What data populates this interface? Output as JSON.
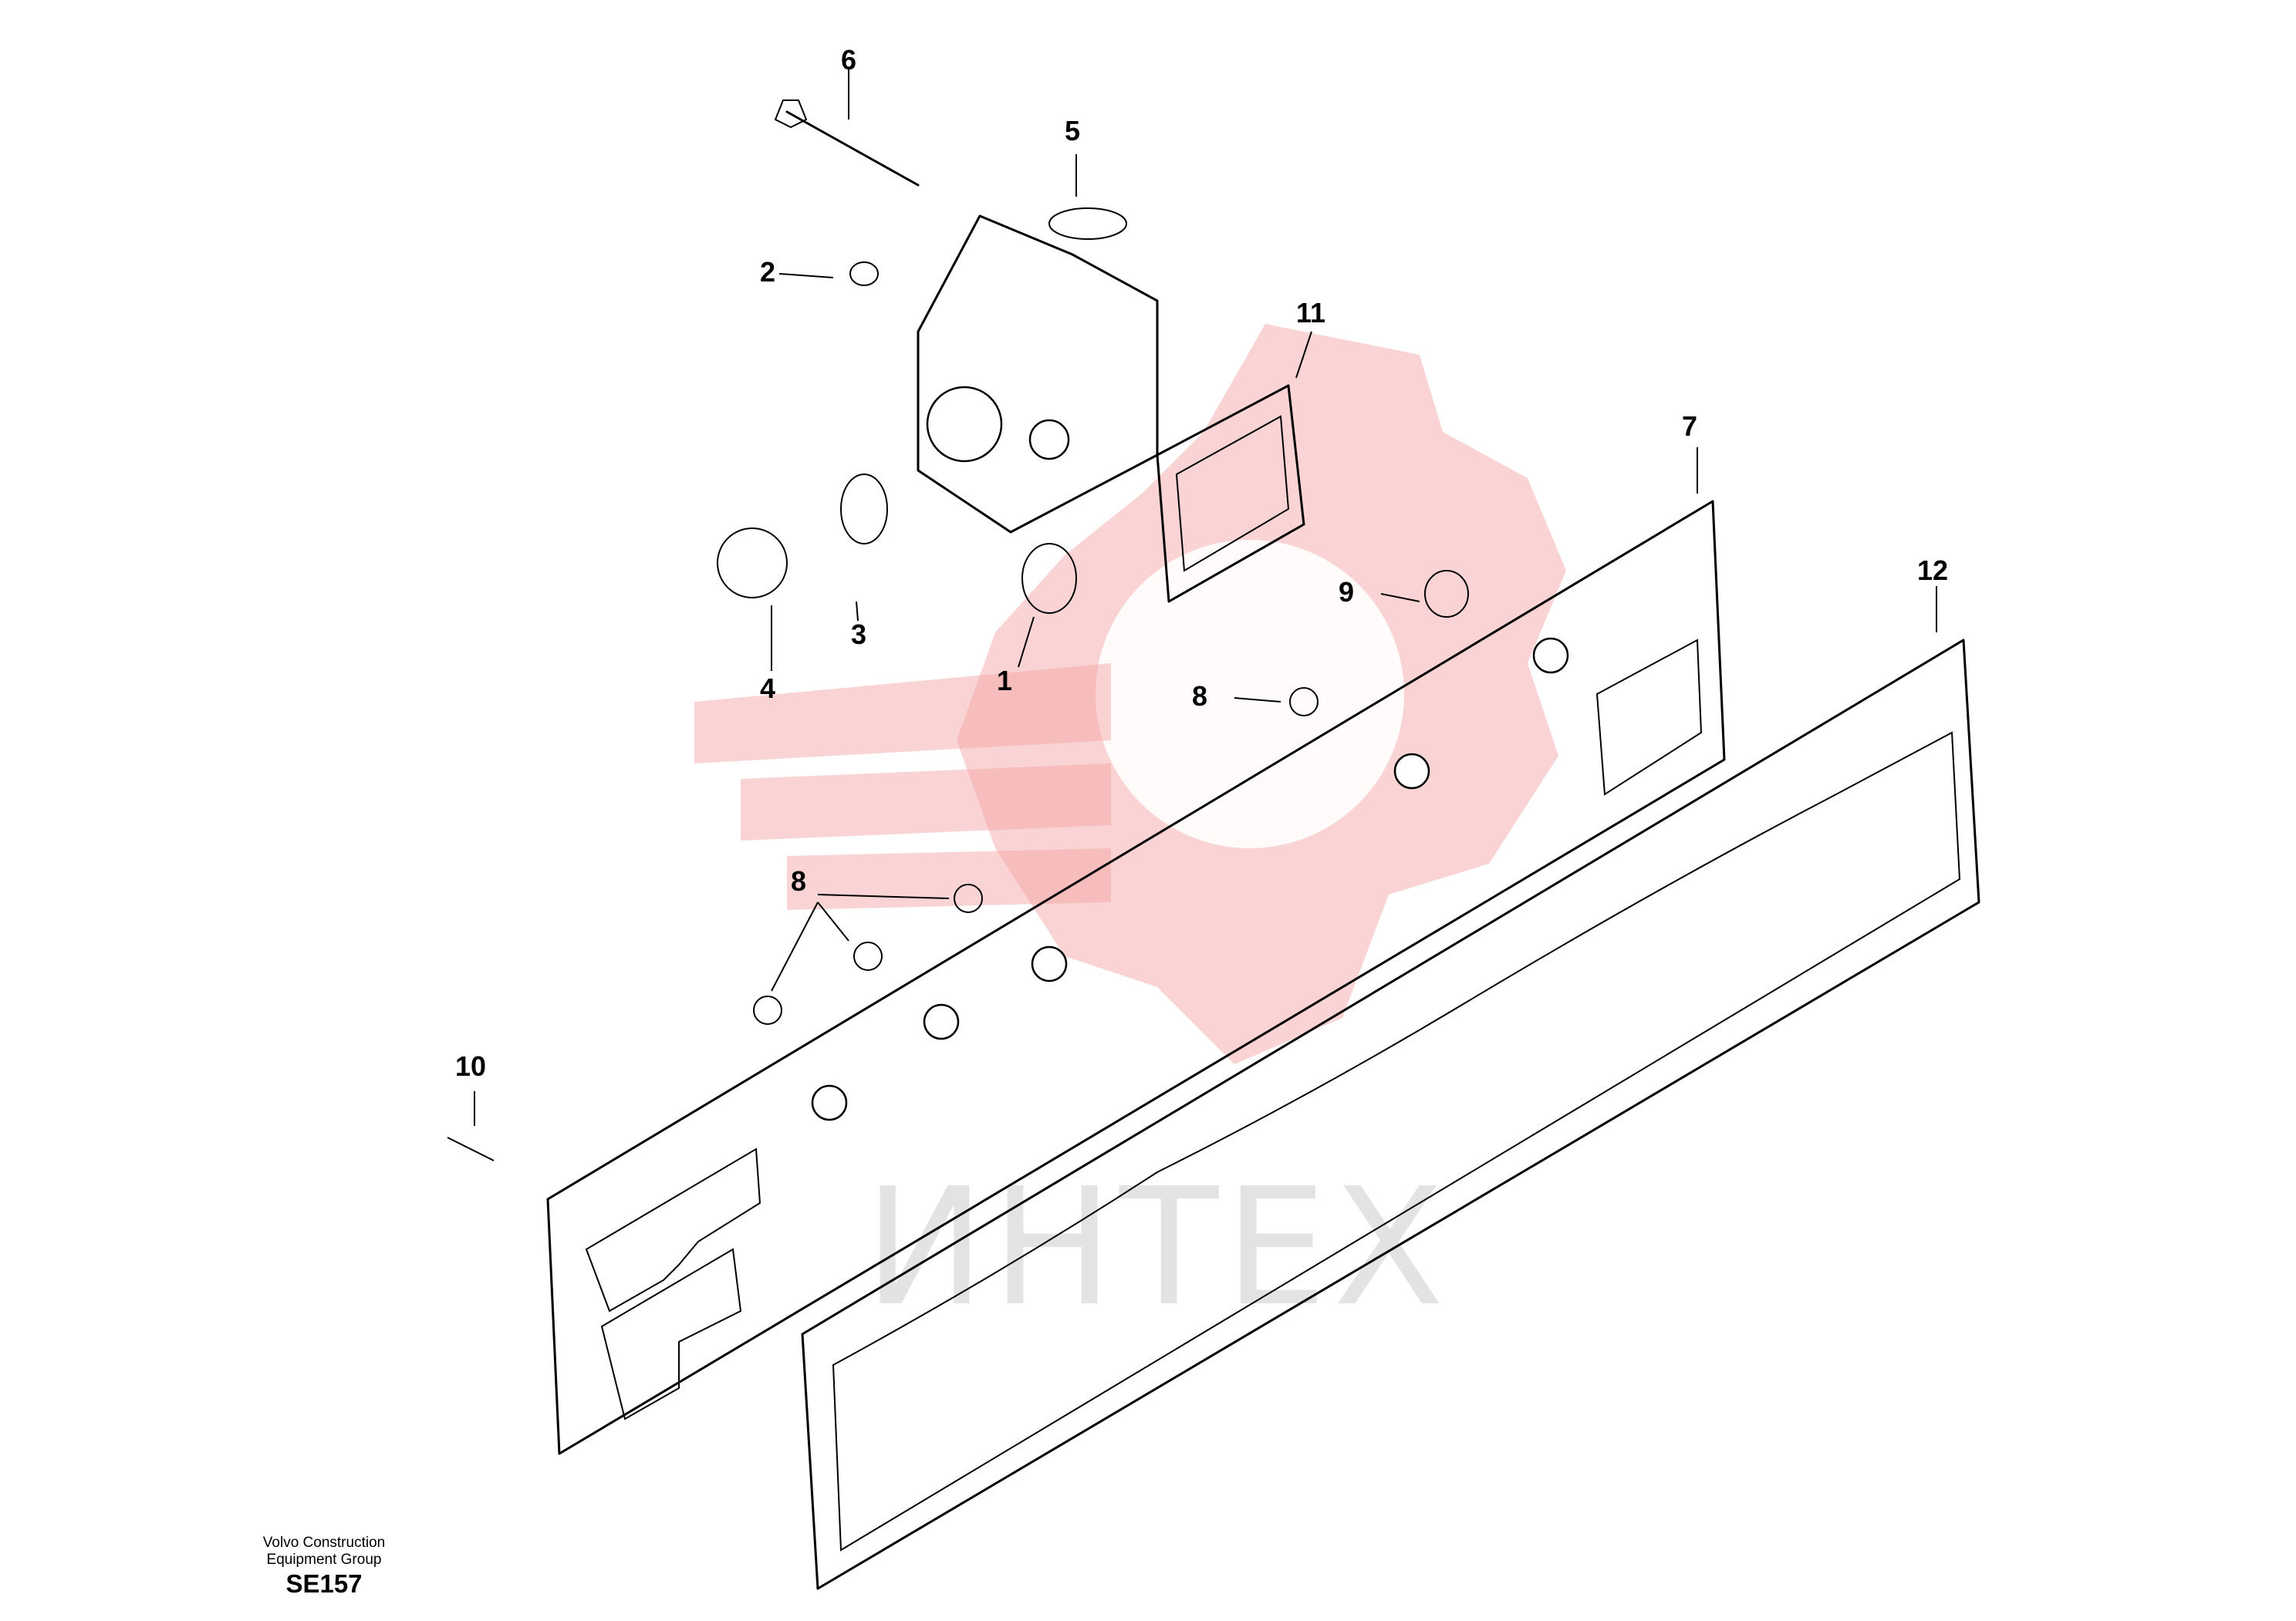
{
  "watermark": {
    "text": "ИНТЕХ",
    "color": "#f4a0a0"
  },
  "callouts": [
    {
      "id": "1",
      "label": "1"
    },
    {
      "id": "2",
      "label": "2"
    },
    {
      "id": "3",
      "label": "3"
    },
    {
      "id": "4",
      "label": "4"
    },
    {
      "id": "5",
      "label": "5"
    },
    {
      "id": "6",
      "label": "6"
    },
    {
      "id": "7",
      "label": "7"
    },
    {
      "id": "8a",
      "label": "8"
    },
    {
      "id": "8b",
      "label": "8"
    },
    {
      "id": "9",
      "label": "9"
    },
    {
      "id": "10",
      "label": "10"
    },
    {
      "id": "11",
      "label": "11"
    },
    {
      "id": "12",
      "label": "12"
    }
  ],
  "footer": {
    "company_line1": "Volvo Construction",
    "company_line2": "Equipment Group",
    "code": "SE157"
  }
}
